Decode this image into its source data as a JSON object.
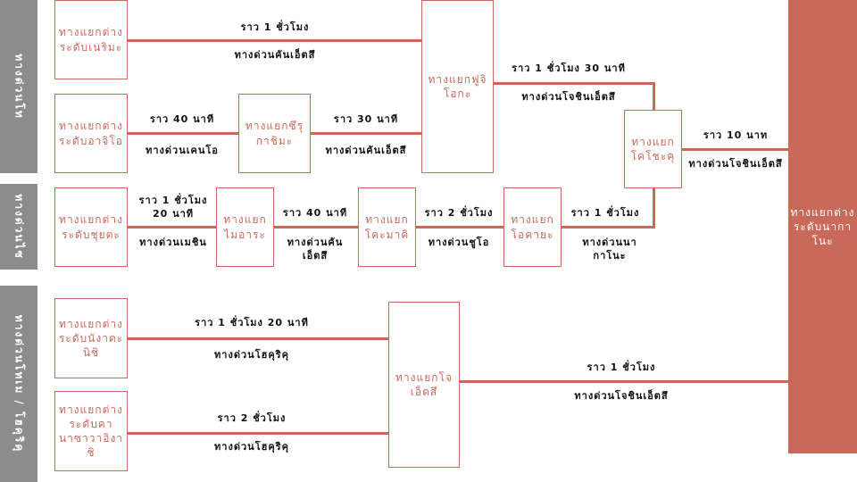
{
  "bands": [
    "ทางด่วนโท",
    "ทางด่วนไซ",
    "ทางด่วนโทเม / โฮคุริคุ"
  ],
  "terminal": "ทางแยกต่างระดับนากาโนะ",
  "nodes": {
    "a": "ทางแยกต่างระดับเนริมะ",
    "b": "ทางแยกต่างระดับอาจิโอ",
    "c": "ทางแยกซึรุกาชิมะ",
    "d": "ทางแยกฟูจิโอกะ",
    "e": "ทางแยกโคโชะคุ",
    "f": "ทางแยกต่างระดับชุยตะ",
    "g": "ทางแยกไมอาระ",
    "h": "ทางแยกโคะมาคิ",
    "i": "ทางแยกโอคายะ",
    "j": "ทางแยกต่างระดับนังาตะนิชิ",
    "k": "ทางแยกต่างระดับคานาซาวาอิงาชิ",
    "l": "ทางแยกโจเอ็ตสึ"
  },
  "routes": {
    "a_d": {
      "time": "ราว 1 ชั่วโมง",
      "road": "ทางด่วนคันเอ็ตสึ"
    },
    "b_c": {
      "time": "ราว 40 นาที",
      "road": "ทางด่วนเคนโอ"
    },
    "c_d": {
      "time": "ราว 30 นาที",
      "road": "ทางด่วนคันเอ็ตสึ"
    },
    "d_e": {
      "time": "ราว 1 ชั่วโมง 30 นาที",
      "road": "ทางด่วนโจชินเอ็ตสึ"
    },
    "e_t": {
      "time": "ราว 10 นาท",
      "road": "ทางด่วนโจชินเอ็ตสึ"
    },
    "f_g": {
      "time": "ราว 1 ชั่วโมง 20 นาที",
      "road": "ทางด่วนเมชิน"
    },
    "g_h": {
      "time": "ราว 40 นาที",
      "road": "ทางด่วนคันเอ็ตสึ"
    },
    "h_i": {
      "time": "ราว 2 ชั่วโมง",
      "road": "ทางด่วนชูโอ"
    },
    "i_e": {
      "time": "ราว 1 ชั่วโมง",
      "road": "ทางด่วนนากาโนะ"
    },
    "j_l": {
      "time": "ราว 1 ชั่วโมง 20 นาที",
      "road": "ทางด่วนโฮคุริคุ"
    },
    "k_l": {
      "time": "ราว 2 ชั่วโมง",
      "road": "ทางด่วนโฮคุริคุ"
    },
    "l_t": {
      "time": "ราว 1 ชั่วโมง",
      "road": "ทางด่วนโจชินเอ็ตสึ"
    }
  },
  "colors": {
    "accent": "#c9695a",
    "band": "#8c8c8c"
  }
}
